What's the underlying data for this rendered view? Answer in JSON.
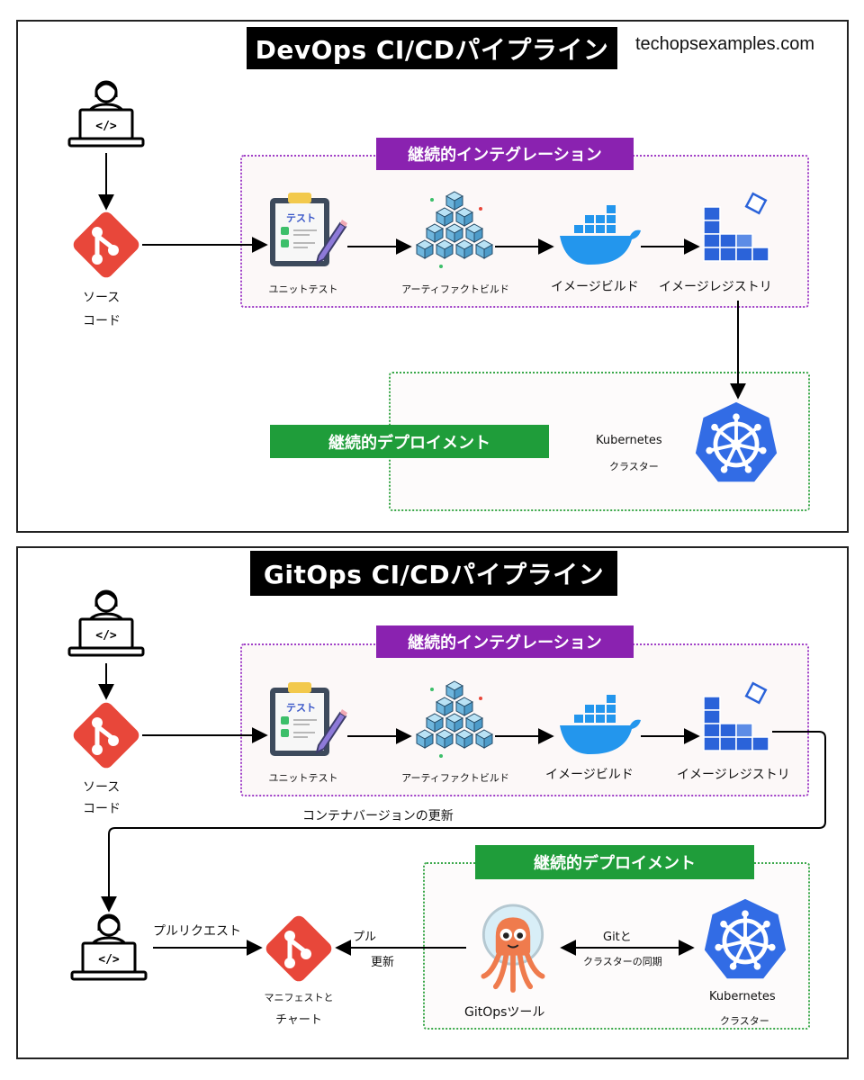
{
  "watermark": "techopsexamples.com",
  "devops": {
    "title": "DevOps CI/CDパイプライン",
    "ci_banner": "継続的インテグレーション",
    "cd_banner": "継続的デプロイメント",
    "source_code": [
      "ソース",
      "コード"
    ],
    "unit_test": "ユニットテスト",
    "test_sheet": "テスト",
    "artifact_build": "アーティファクトビルド",
    "image_build": "イメージビルド",
    "image_registry": "イメージレジストリ",
    "k8s_title": "Kubernetes",
    "k8s_sub": "クラスター"
  },
  "gitops": {
    "title": "GitOps CI/CDパイプライン",
    "ci_banner": "継続的インテグレーション",
    "cd_banner": "継続的デプロイメント",
    "source_code": [
      "ソース",
      "コード"
    ],
    "unit_test": "ユニットテスト",
    "test_sheet": "テスト",
    "artifact_build": "アーティファクトビルド",
    "image_build": "イメージビルド",
    "image_registry": "イメージレジストリ",
    "container_update": "コンテナバージョンの更新",
    "pull_request": "プルリクエスト",
    "manifest": [
      "マニフェストと",
      "チャート"
    ],
    "pull_update": [
      "プル",
      "更新"
    ],
    "gitops_tool": "GitOpsツール",
    "sync": [
      "Gitと",
      "クラスターの同期"
    ],
    "k8s_title": "Kubernetes",
    "k8s_sub": "クラスター"
  },
  "colors": {
    "git": "#e8473a",
    "docker": "#2396ed",
    "registry": "#2b63d9",
    "k8s": "#326ce5",
    "ci_purple": "#8a22b0",
    "cd_green": "#1f9d3a",
    "cube": "#7ec8ea"
  },
  "icons": [
    "developer-laptop-icon",
    "git-icon",
    "checklist-icon",
    "cubes-icon",
    "docker-whale-icon",
    "registry-blocks-icon",
    "kubernetes-helm-icon",
    "argo-octopus-icon"
  ]
}
